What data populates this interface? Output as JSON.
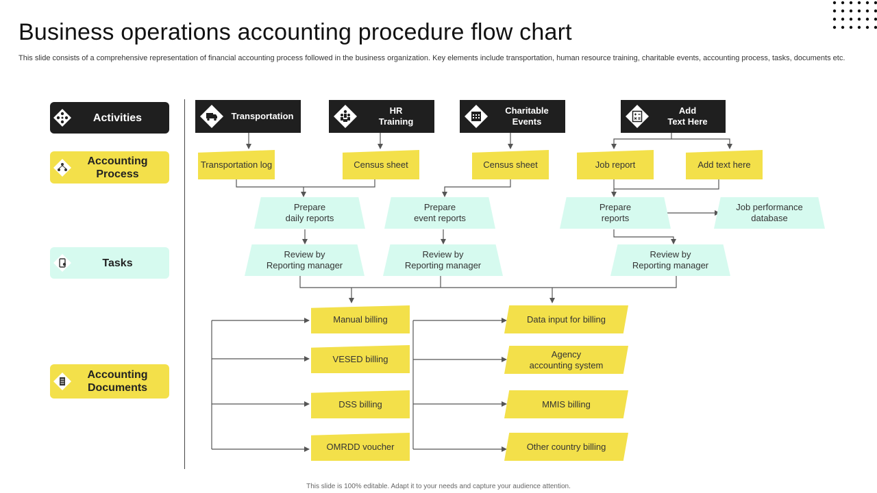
{
  "title": "Business operations accounting procedure flow chart",
  "subtitle": "This slide consists of a comprehensive representation of financial accounting process followed in the business organization. Key elements include transportation, human resource training, charitable events, accounting process, tasks, documents etc.",
  "footer": "This slide is 100% editable.  Adapt it to your needs and capture your audience attention.",
  "legend": {
    "activities": "Activities",
    "accounting_process": "Accounting\nProcess",
    "tasks": "Tasks",
    "accounting_documents": "Accounting\nDocuments"
  },
  "headers": {
    "transportation": "Transportation",
    "hr_training": "HR\nTraining",
    "charitable_events": "Charitable\nEvents",
    "add_text": "Add\nText Here"
  },
  "process": {
    "transportation_log": "Transportation  log",
    "census_sheet_1": "Census sheet",
    "census_sheet_2": "Census sheet",
    "job_report": "Job report",
    "add_text_here": "Add text here"
  },
  "tasks": {
    "prepare_daily": "Prepare\ndaily reports",
    "prepare_event": "Prepare\nevent  reports",
    "prepare_reports": "Prepare\nreports",
    "job_performance": "Job performance\ndatabase",
    "review_1": "Review  by\nReporting manager",
    "review_2": "Review  by\nReporting manager",
    "review_3": "Review  by\nReporting manager"
  },
  "documents_left": {
    "manual": "Manual billing",
    "vesed": "VESED billing",
    "dss": "DSS billing",
    "omrdd": "OMRDD voucher"
  },
  "documents_right": {
    "data_input": "Data input for billing",
    "agency": "Agency\naccounting system",
    "mmis": "MMIS billing",
    "other_country": "Other country billing"
  }
}
